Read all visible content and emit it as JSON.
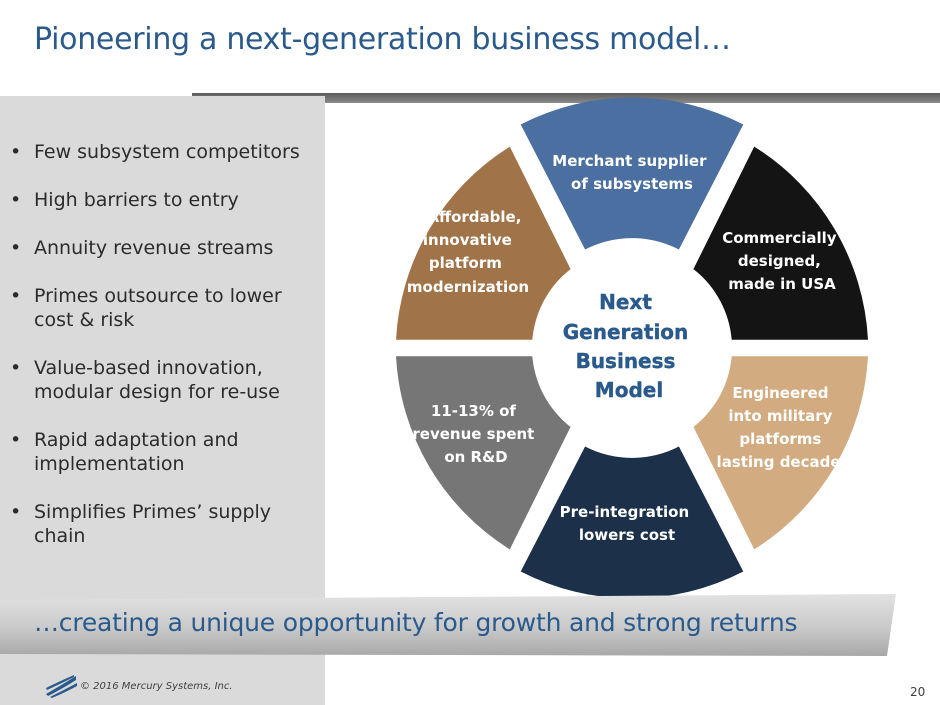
{
  "slide": {
    "title": "Pioneering a next-generation business model…",
    "tagline": "…creating a unique opportunity for growth and strong returns",
    "copyright": "© 2016 Mercury Systems, Inc.",
    "page_number": "20"
  },
  "bullets": [
    {
      "lines": [
        "Few subsystem competitors"
      ]
    },
    {
      "lines": [
        "High barriers to entry"
      ]
    },
    {
      "lines": [
        "Annuity revenue streams"
      ]
    },
    {
      "lines": [
        "Primes outsource to lower",
        "cost & risk"
      ]
    },
    {
      "lines": [
        "Value-based innovation,",
        "modular design for re-use"
      ]
    },
    {
      "lines": [
        "Rapid adaptation and",
        "implementation"
      ]
    },
    {
      "lines": [
        "Simplifies Primes’ supply",
        "chain"
      ]
    }
  ],
  "diagram": {
    "center_lines": [
      "Next",
      "Generation",
      "Business",
      "Model"
    ],
    "center_color": "#2a5a8c",
    "segments": [
      {
        "name": "merchant-supplier",
        "lines": [
          "Merchant supplier",
          "of subsystems"
        ],
        "color": "#4a6fa0"
      },
      {
        "name": "commercially-designed",
        "lines": [
          "Commercially",
          "designed,",
          "made in USA"
        ],
        "color": "#141414"
      },
      {
        "name": "engineered-military",
        "lines": [
          "Engineered",
          "into military",
          "platforms",
          "lasting decades"
        ],
        "color": "#d2ac80"
      },
      {
        "name": "pre-integration",
        "lines": [
          "Pre-integration",
          "lowers cost"
        ],
        "color": "#1d3049"
      },
      {
        "name": "rd-spend",
        "lines": [
          "11-13% of",
          "revenue spent",
          "on R&D"
        ],
        "color": "#767676"
      },
      {
        "name": "affordable-innovative",
        "lines": [
          "Affordable,",
          "innovative",
          "platform",
          "modernization"
        ],
        "color": "#a07448"
      }
    ]
  },
  "colors": {
    "title": "#2a5a8c",
    "left_panel": "#dadada",
    "banner": "#c8c8c8"
  }
}
